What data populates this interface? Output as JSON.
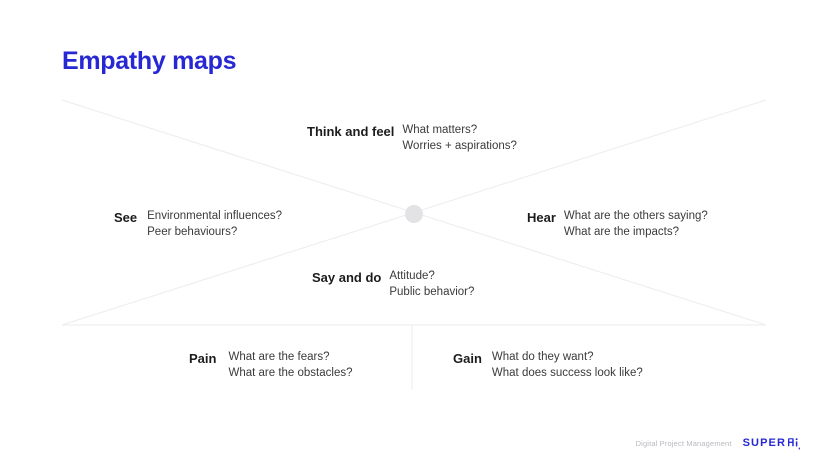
{
  "slide": {
    "title": "Empathy maps",
    "title_color": "#2727d4",
    "background": "#ffffff"
  },
  "diagram": {
    "line_color": "#efeff1",
    "center_node_color": "#e3e3e6",
    "blocks": [
      {
        "id": "think",
        "label": "Think and feel",
        "lines": [
          "What matters?",
          "Worries + aspirations?"
        ]
      },
      {
        "id": "see",
        "label": "See",
        "lines": [
          "Environmental influences?",
          "Peer behaviours?"
        ]
      },
      {
        "id": "hear",
        "label": "Hear",
        "lines": [
          "What are the others saying?",
          "What are the impacts?"
        ]
      },
      {
        "id": "say",
        "label": "Say and do",
        "lines": [
          "Attitude?",
          "Public behavior?"
        ]
      },
      {
        "id": "pain",
        "label": "Pain",
        "lines": [
          "What are the fears?",
          "What are the obstacles?"
        ]
      },
      {
        "id": "gain",
        "label": "Gain",
        "lines": [
          "What do they want?",
          "What does success look like?"
        ]
      }
    ]
  },
  "footer": {
    "caption": "Digital Project Management",
    "brand_wordmark": "SUPER",
    "brand_mark": "superhi-hi-mark",
    "brand_color": "#2727d4"
  }
}
